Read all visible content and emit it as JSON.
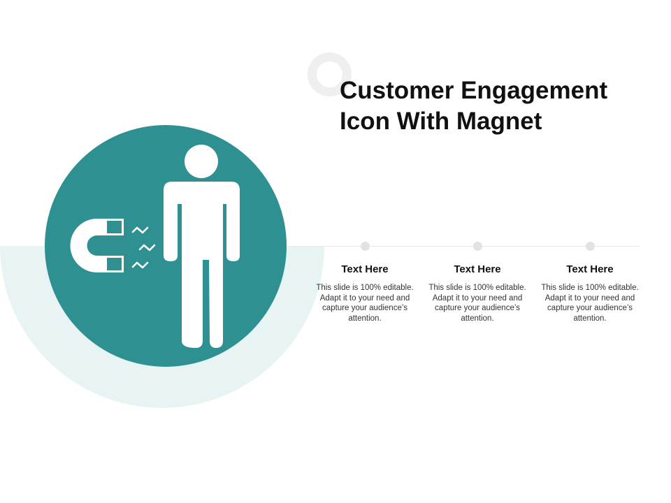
{
  "slide": {
    "title_line1": "Customer Engagement",
    "title_line2": "Icon With Magnet",
    "colors": {
      "accent_teal": "#2e9090",
      "light_teal": "#e8f4f4",
      "dot_grey": "#e2e2e2",
      "ring_grey": "#efefef",
      "icon_white": "#ffffff"
    },
    "icons": [
      "magnet-icon",
      "magnetic-field-icon",
      "person-icon",
      "ring-decoration"
    ]
  },
  "columns": [
    {
      "heading": "Text Here",
      "body": "This slide is 100% editable. Adapt it to your need and capture your audience’s attention."
    },
    {
      "heading": "Text Here",
      "body": "This slide is 100% editable. Adapt it to your need and capture your audience’s attention."
    },
    {
      "heading": "Text Here",
      "body": "This slide is 100% editable. Adapt it to your need and capture your audience’s attention."
    }
  ]
}
